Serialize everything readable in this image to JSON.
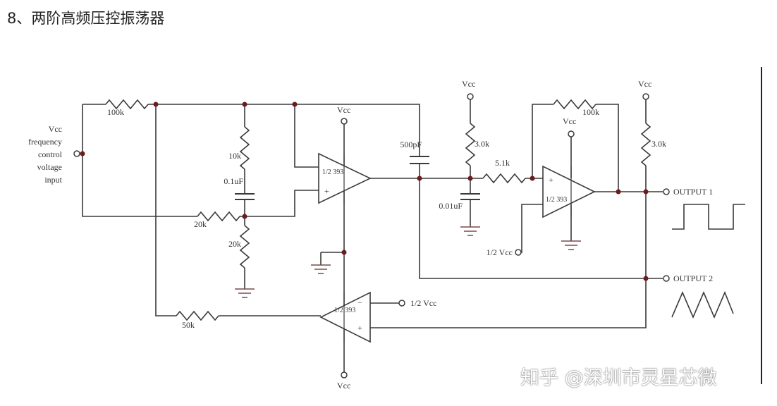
{
  "title": "8、两阶高频压控振荡器",
  "watermark": "知乎 @深圳市灵星芯微",
  "input_label": [
    "Vcc",
    "frequency",
    "control",
    "voltage",
    "input"
  ],
  "components": {
    "r_top": "100k",
    "r_10k": "10k",
    "c_01": "0.1uF",
    "r_20k_h": "20k",
    "r_20k_v": "20k",
    "r_50k": "50k",
    "c_500p": "500pF",
    "r_3k_a": "3.0k",
    "r_51k": "5.1k",
    "c_001": "0.01uF",
    "r_fb": "100k",
    "r_3k_b": "3.0k"
  },
  "opamps": {
    "u1": "1/2 393",
    "u2": "1/2 393",
    "u3": "1/2 393"
  },
  "supply": {
    "vcc": "Vcc",
    "half_vcc": "1/2 Vcc",
    "plus": "+",
    "minus": "−"
  },
  "outputs": {
    "out1": "OUTPUT 1",
    "out2": "OUTPUT 2"
  },
  "colors": {
    "wire": "#3a3a3a",
    "junction": "#6b1c1c"
  }
}
